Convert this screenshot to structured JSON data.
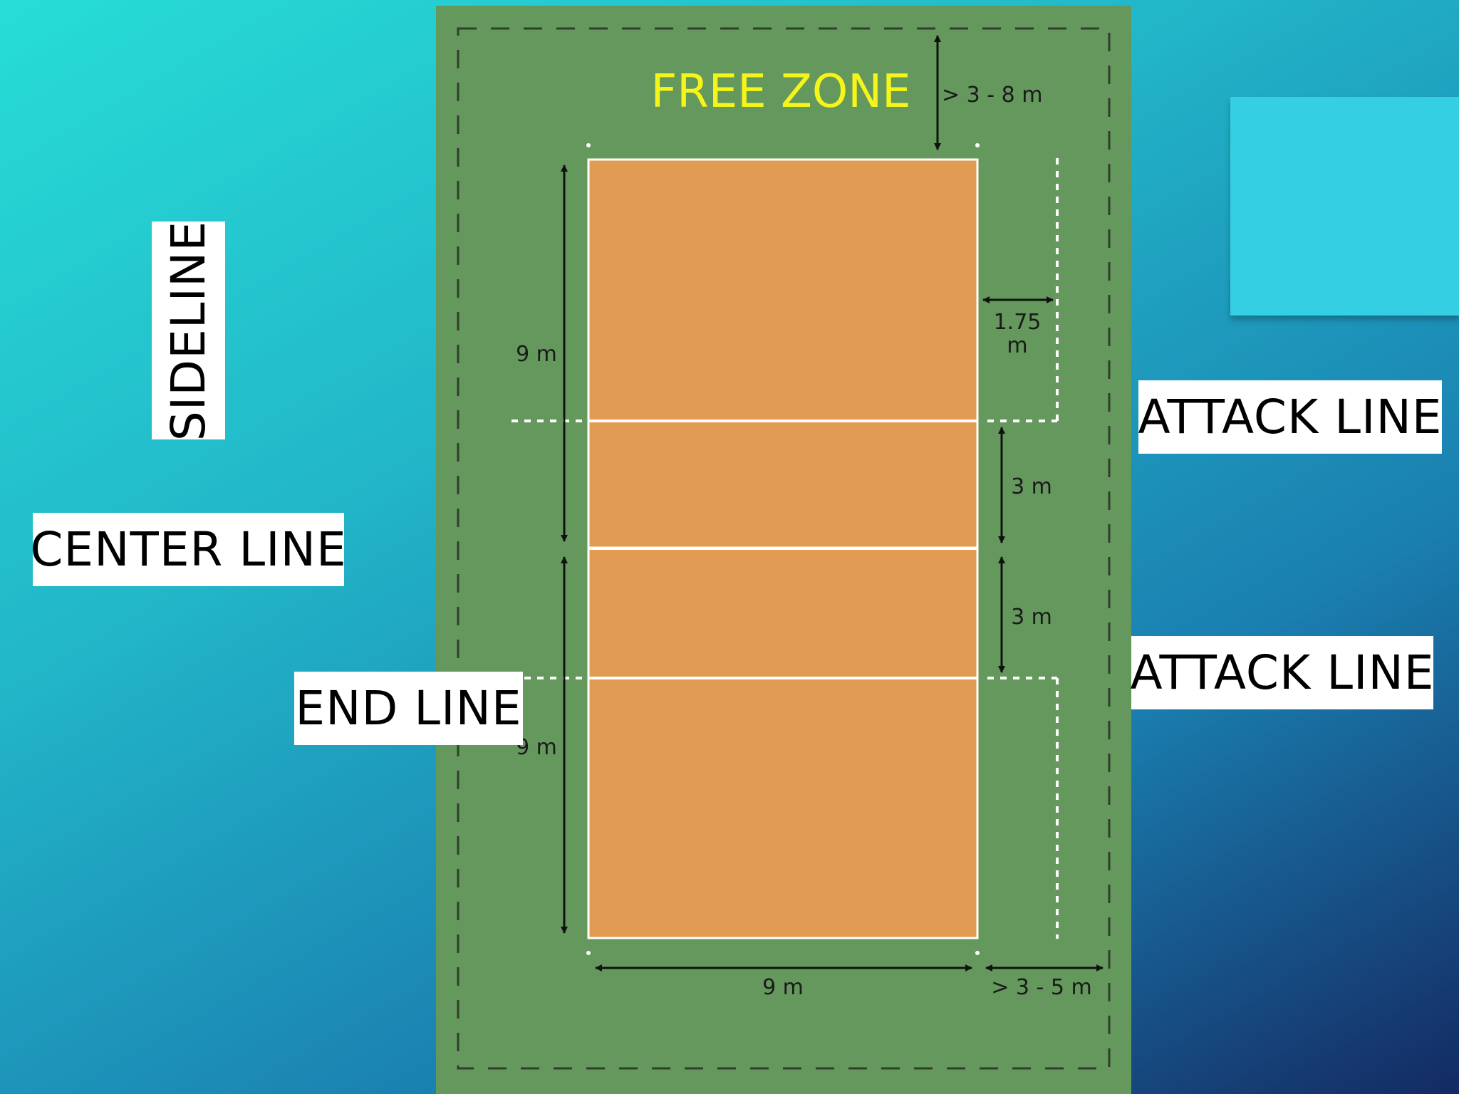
{
  "colors": {
    "free_zone": "#64985c",
    "court": "#e19b52",
    "zone_title": "#f6f51a",
    "card": "#35cfe3"
  },
  "diagram": {
    "free_zone_label": "FREE ZONE",
    "dim_free_zone_top": "> 3 - 8 m",
    "dim_court_half_top": "9 m",
    "dim_court_half_bottom": "9 m",
    "dim_substitution_width": "1.75",
    "dim_substitution_unit": "m",
    "dim_attack_zone_upper": "3 m",
    "dim_attack_zone_lower": "3 m",
    "dim_court_width": "9 m",
    "dim_free_zone_side": "> 3 - 5 m"
  },
  "labels": {
    "sideline": "SIDELINE",
    "center_line": "CENTER LINE",
    "end_line": "END LINE",
    "attack_line_upper": "ATTACK LINE",
    "attack_line_lower": "ATTACK LINE"
  }
}
